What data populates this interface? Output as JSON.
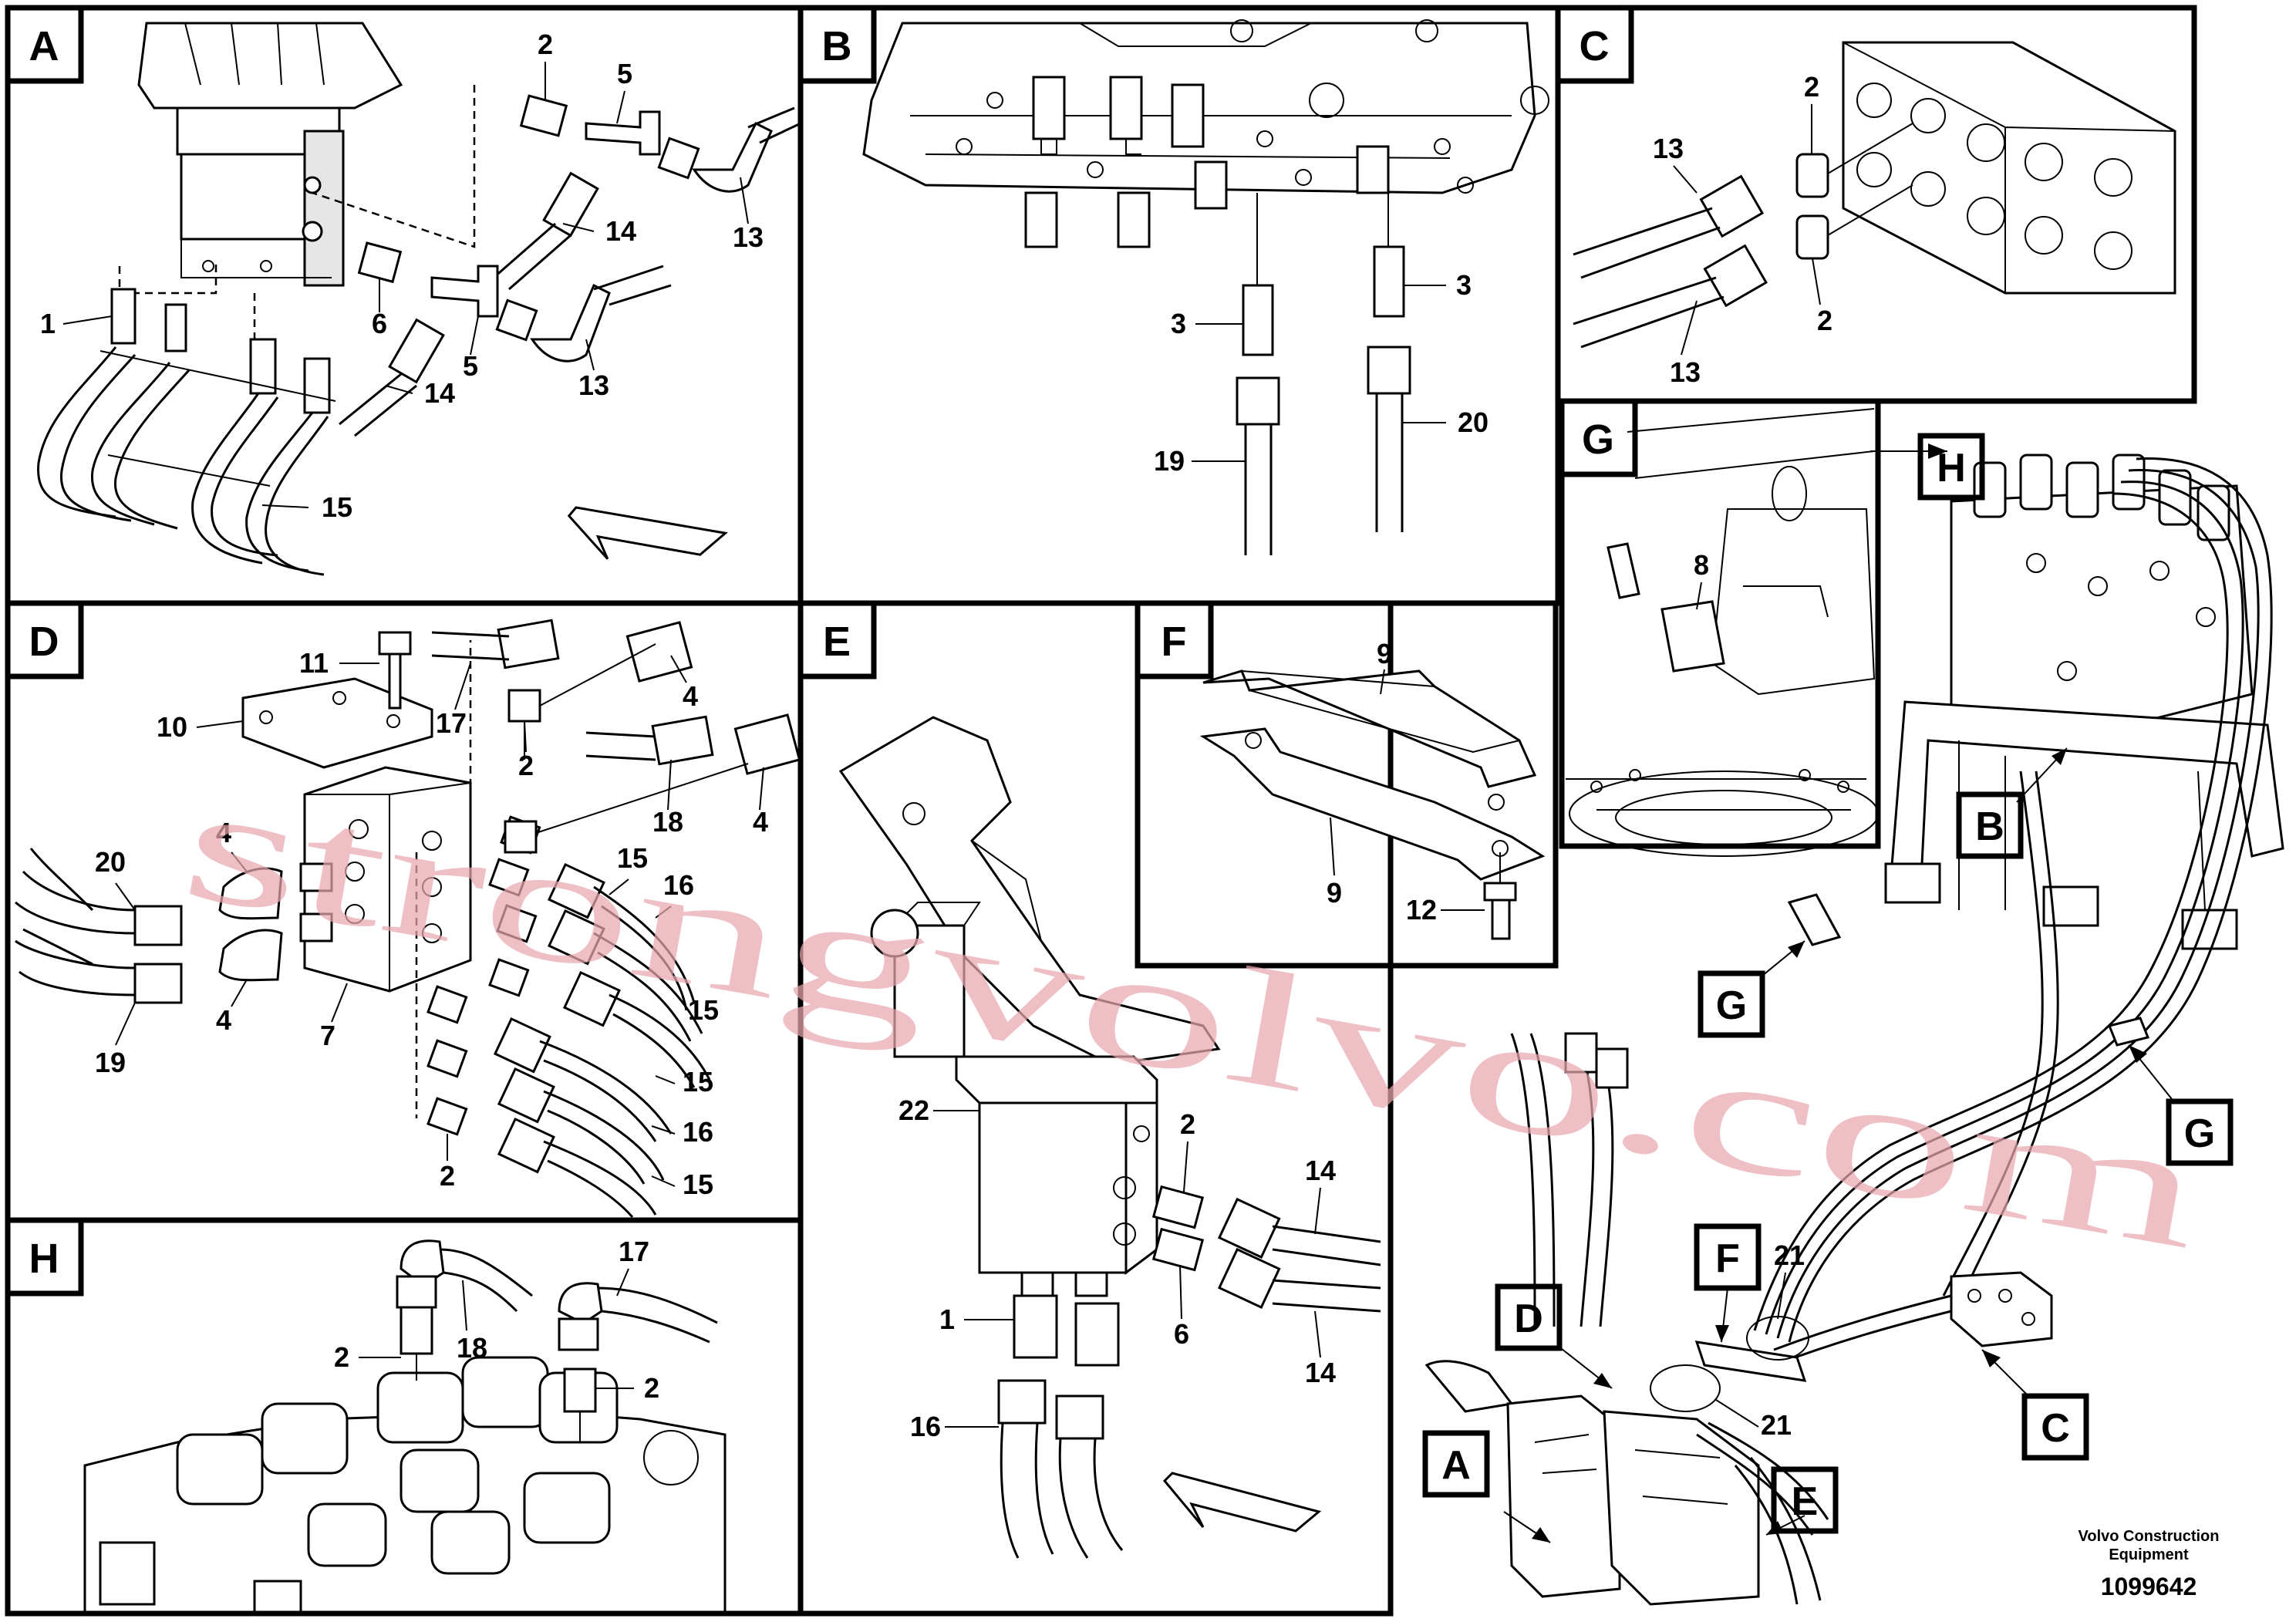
{
  "panels": [
    {
      "id": "A",
      "label": "A"
    },
    {
      "id": "B",
      "label": "B"
    },
    {
      "id": "C",
      "label": "C"
    },
    {
      "id": "D",
      "label": "D"
    },
    {
      "id": "E",
      "label": "E"
    },
    {
      "id": "F",
      "label": "F"
    },
    {
      "id": "G",
      "label": "G"
    },
    {
      "id": "H",
      "label": "H"
    }
  ],
  "overview_callouts": [
    "A",
    "B",
    "C",
    "D",
    "E",
    "F",
    "G",
    "H"
  ],
  "part_numbers": {
    "A": [
      "2",
      "5",
      "13",
      "14",
      "6",
      "5",
      "14",
      "13",
      "1",
      "15"
    ],
    "B": [
      "3",
      "3",
      "19",
      "20"
    ],
    "C": [
      "13",
      "2",
      "2",
      "13"
    ],
    "D": [
      "11",
      "17",
      "4",
      "10",
      "2",
      "18",
      "4",
      "20",
      "4",
      "15",
      "16",
      "4",
      "7",
      "19",
      "15",
      "15",
      "16",
      "2",
      "15"
    ],
    "E": [
      "22",
      "2",
      "14",
      "6",
      "14",
      "1",
      "16"
    ],
    "F": [
      "9",
      "9",
      "12"
    ],
    "G": [
      "8"
    ],
    "H": [
      "17",
      "18",
      "2",
      "2"
    ],
    "overview": [
      "21",
      "21"
    ]
  },
  "footer": {
    "brand_line1": "Volvo Construction",
    "brand_line2": "Equipment",
    "drawing_number": "1099642"
  },
  "watermark": "strongvolvo.com",
  "colors": {
    "watermark": "#e8a7ae",
    "line": "#000000",
    "background": "#ffffff"
  }
}
